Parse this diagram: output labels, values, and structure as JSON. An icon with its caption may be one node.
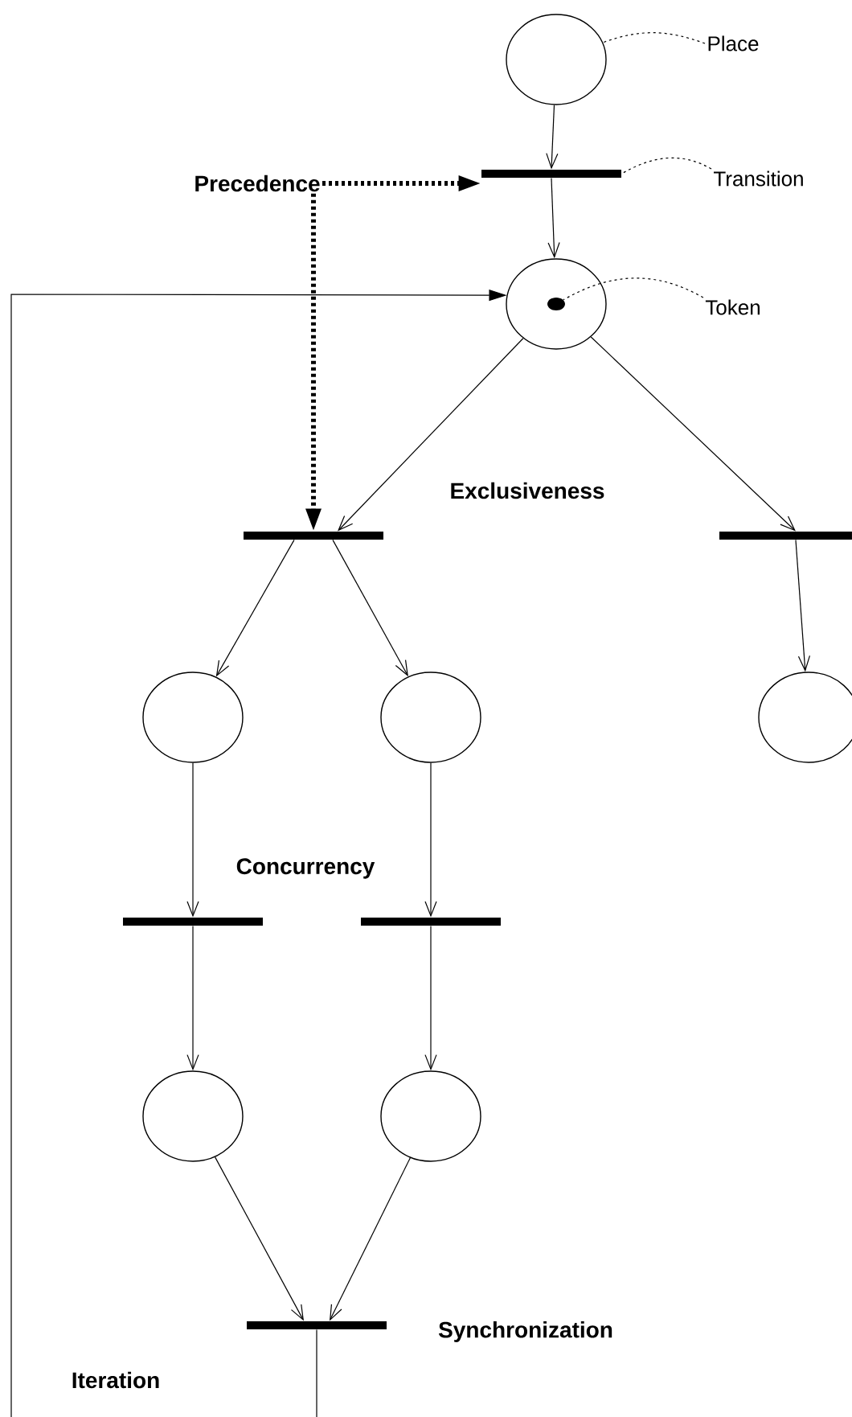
{
  "diagram": {
    "nodes": [
      {
        "text": [],
        "shape": "circle"
      },
      {
        "text": [
          "Place"
        ]
      },
      {
        "text": [],
        "shape": "bar"
      },
      {
        "text": [
          "Transition"
        ]
      },
      {
        "text": [
          "Precedence"
        ]
      },
      {
        "text": [],
        "shape": "circle"
      },
      {
        "text": [],
        "shape": "dot",
        "in": 5
      },
      {
        "text": [
          "Token"
        ]
      },
      {
        "text": [],
        "shape": "bar"
      },
      {
        "text": [],
        "shape": "bar"
      },
      {
        "text": [],
        "shape": "circle"
      },
      {
        "text": [],
        "shape": "circle"
      },
      {
        "text": [],
        "shape": "circle"
      },
      {
        "text": [],
        "shape": "bar"
      },
      {
        "text": [],
        "shape": "bar"
      },
      {
        "text": [],
        "shape": "circle"
      },
      {
        "text": [],
        "shape": "circle"
      },
      {
        "text": [],
        "shape": "bar"
      }
    ],
    "edges": [
      {
        "from": 0,
        "to": 2,
        "arrow": "to"
      },
      {
        "from": 2,
        "to": 5,
        "arrow": "to"
      },
      {
        "from": 4,
        "to": 2,
        "arrow": "to",
        "style": "dashed"
      },
      {
        "from": 4,
        "to": 8,
        "arrow": "to",
        "style": "dashed"
      },
      {
        "from": 5,
        "to": 8,
        "arrow": "to"
      },
      {
        "from": 5,
        "to": 9,
        "arrow": "to"
      },
      {
        "from": 8,
        "to": 10,
        "arrow": "to"
      },
      {
        "from": 8,
        "to": 11,
        "arrow": "to"
      },
      {
        "from": 9,
        "to": 12,
        "arrow": "to"
      },
      {
        "from": 10,
        "to": 13,
        "arrow": "to"
      },
      {
        "from": 11,
        "to": 14,
        "arrow": "to"
      },
      {
        "from": 13,
        "to": 15,
        "arrow": "to"
      },
      {
        "from": 14,
        "to": 16,
        "arrow": "to"
      },
      {
        "from": 15,
        "to": 17,
        "arrow": "to"
      },
      {
        "from": 16,
        "to": 17,
        "arrow": "to"
      },
      {
        "from": 17,
        "to": 5,
        "arrow": "to"
      },
      {
        "from": 1,
        "to": 0,
        "arrow": "none",
        "style": "dashed"
      },
      {
        "from": 3,
        "to": 2,
        "arrow": "none",
        "style": "dashed"
      },
      {
        "from": 7,
        "to": 6,
        "arrow": "none",
        "style": "dashed"
      }
    ],
    "labels": [
      "Exclusiveness",
      "Concurrency",
      "Synchronization",
      "Iteration"
    ]
  }
}
